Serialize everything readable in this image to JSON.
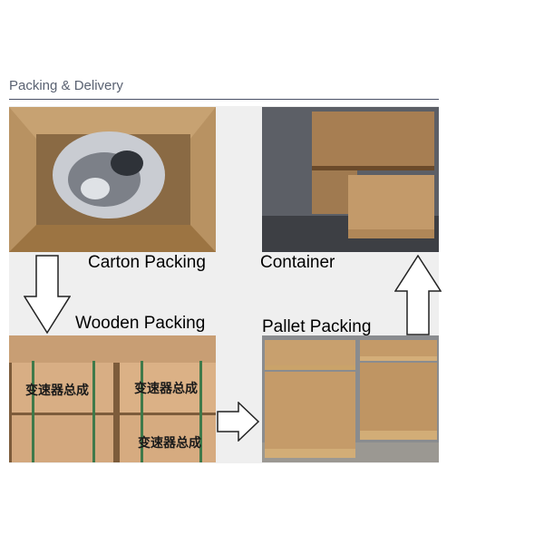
{
  "section": {
    "title": "Packing & Delivery"
  },
  "steps": [
    {
      "label": "Carton Packing",
      "icon": "carton-photo"
    },
    {
      "label": "Container",
      "icon": "container-photo"
    },
    {
      "label": "Wooden Packing",
      "icon": "wooden-crate-photo"
    },
    {
      "label": "Pallet Packing",
      "icon": "pallet-photo"
    }
  ],
  "crate_text": "变速器总成",
  "colors": {
    "title": "#5a6272",
    "rule": "#4a5166",
    "panel": "#efefef",
    "cardboard": "#b58a55"
  }
}
